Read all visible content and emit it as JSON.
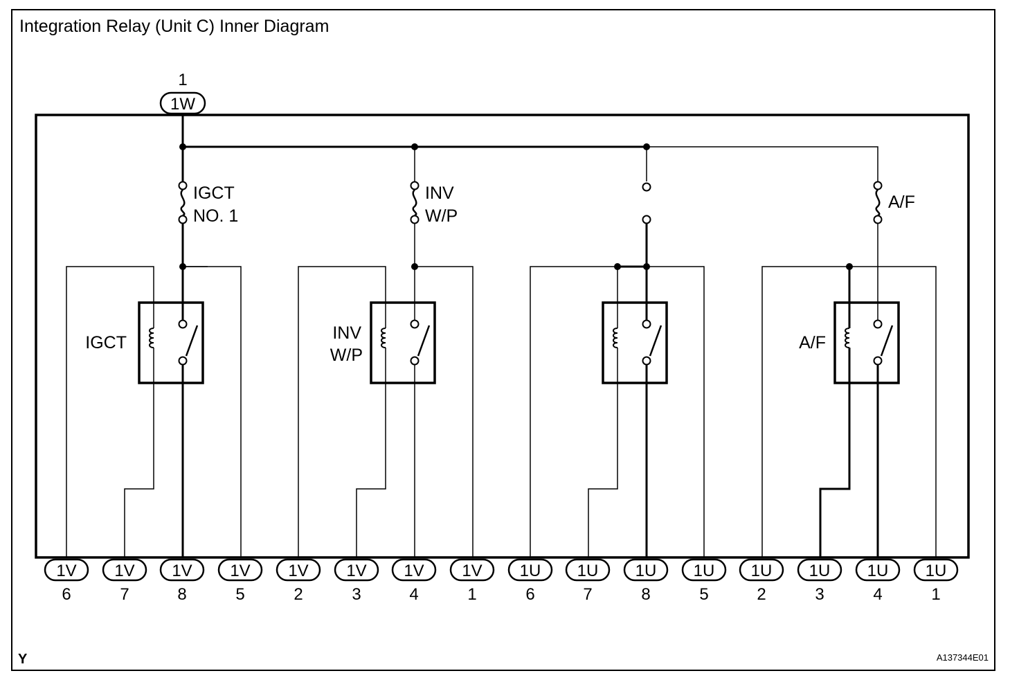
{
  "title": "Integration Relay (Unit C) Inner Diagram",
  "top_connector": {
    "pin": "1",
    "label": "1W"
  },
  "fuses": [
    {
      "line1": "IGCT",
      "line2": "NO. 1"
    },
    {
      "line1": "INV",
      "line2": "W/P"
    },
    {
      "line1": "",
      "line2": ""
    },
    {
      "line1": "A/F",
      "line2": ""
    }
  ],
  "relays": [
    {
      "line1": "IGCT",
      "line2": ""
    },
    {
      "line1": "INV",
      "line2": "W/P"
    },
    {
      "line1": "",
      "line2": ""
    },
    {
      "line1": "A/F",
      "line2": ""
    }
  ],
  "connectors": [
    {
      "label": "1V",
      "pin": "6"
    },
    {
      "label": "1V",
      "pin": "7"
    },
    {
      "label": "1V",
      "pin": "8"
    },
    {
      "label": "1V",
      "pin": "5"
    },
    {
      "label": "1V",
      "pin": "2"
    },
    {
      "label": "1V",
      "pin": "3"
    },
    {
      "label": "1V",
      "pin": "4"
    },
    {
      "label": "1V",
      "pin": "1"
    },
    {
      "label": "1U",
      "pin": "6"
    },
    {
      "label": "1U",
      "pin": "7"
    },
    {
      "label": "1U",
      "pin": "8"
    },
    {
      "label": "1U",
      "pin": "5"
    },
    {
      "label": "1U",
      "pin": "2"
    },
    {
      "label": "1U",
      "pin": "3"
    },
    {
      "label": "1U",
      "pin": "4"
    },
    {
      "label": "1U",
      "pin": "1"
    }
  ],
  "corner_left": "Y",
  "corner_right": "A137344E01"
}
